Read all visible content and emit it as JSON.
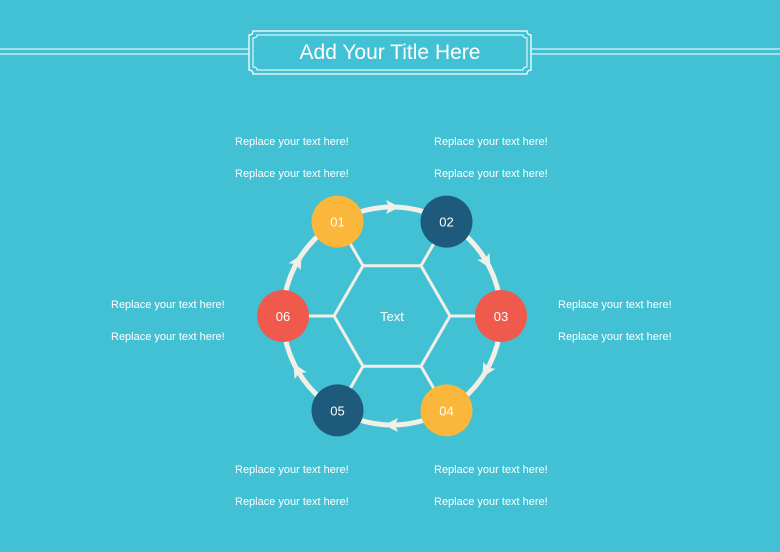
{
  "title": "Add Your Title Here",
  "center_text": "Text",
  "colors": {
    "background": "#41c1d3",
    "ring": "#f2efe8",
    "yellow": "#fbb73c",
    "navy": "#1e5a7b",
    "red": "#ef5a4c"
  },
  "nodes": [
    {
      "label": "01",
      "color": "#fbb73c"
    },
    {
      "label": "02",
      "color": "#1e5a7b"
    },
    {
      "label": "03",
      "color": "#ef5a4c"
    },
    {
      "label": "04",
      "color": "#fbb73c"
    },
    {
      "label": "05",
      "color": "#1e5a7b"
    },
    {
      "label": "06",
      "color": "#ef5a4c"
    }
  ],
  "text_blocks": {
    "top_left": [
      "Replace your text here!",
      "Replace your text here!"
    ],
    "top_right": [
      "Replace your text here!",
      "Replace your text here!"
    ],
    "mid_left": [
      "Replace your text here!",
      "Replace your text here!"
    ],
    "mid_right": [
      "Replace your text here!",
      "Replace your text here!"
    ],
    "bottom_left": [
      "Replace your text here!",
      "Replace your text here!"
    ],
    "bottom_right": [
      "Replace your text here!",
      "Replace your text here!"
    ]
  }
}
